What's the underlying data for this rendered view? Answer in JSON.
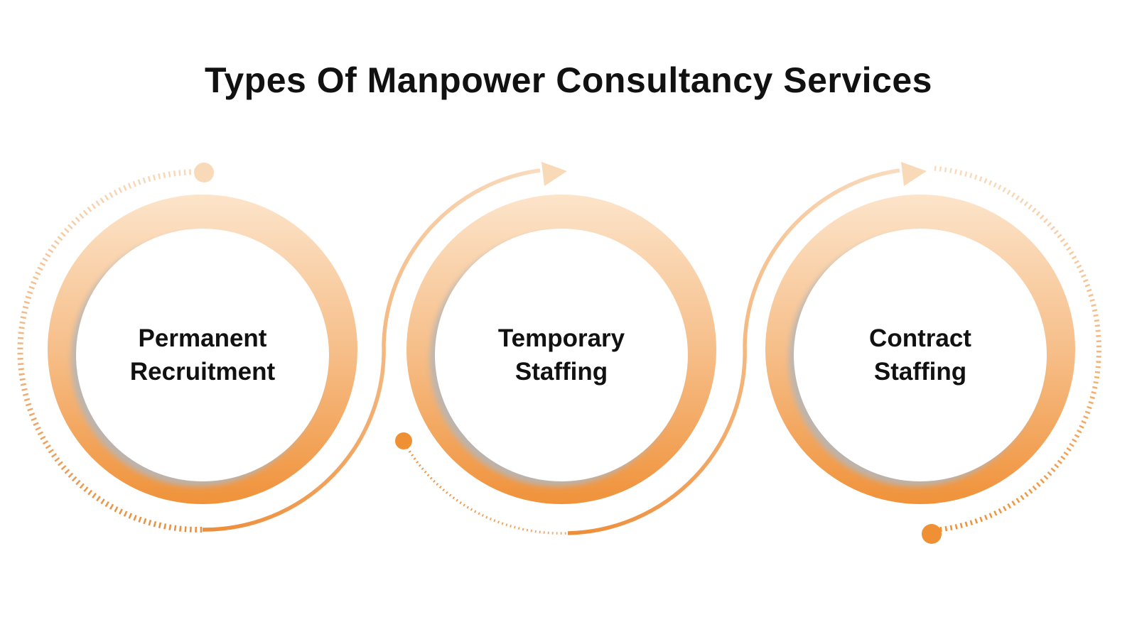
{
  "title": "Types Of Manpower Consultancy Services",
  "services": [
    {
      "line1": "Permanent",
      "line2": "Recruitment"
    },
    {
      "line1": "Temporary",
      "line2": "Staffing"
    },
    {
      "line1": "Contract",
      "line2": "Staffing"
    }
  ],
  "colors": {
    "background": "#ffffff",
    "text": "#111111",
    "ring_top": "#fce4ca",
    "ring_bottom": "#f0923a",
    "accent_orange": "#ee8e3c",
    "light_peach": "#f8d9b8",
    "dot_orange": "#ef9034",
    "shadow_gray": "#b6b6b6"
  },
  "icons": {
    "arrow": "arrowhead-right",
    "dot": "flow-dot"
  }
}
